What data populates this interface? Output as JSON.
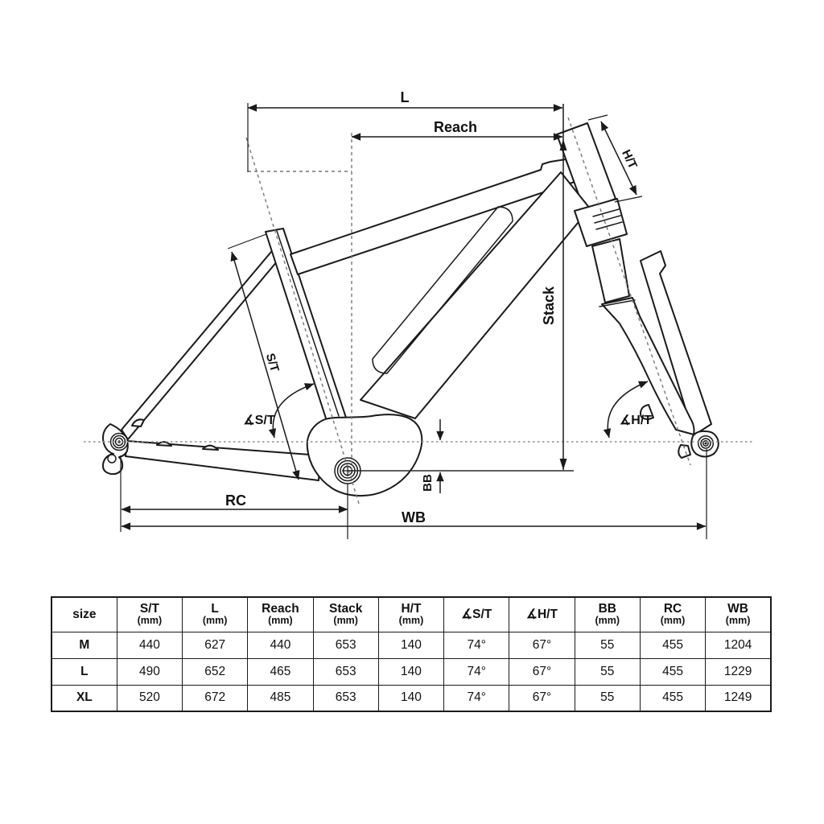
{
  "diagram": {
    "labels": {
      "length": "L",
      "reach": "Reach",
      "head_tube": "H/T",
      "stack": "Stack",
      "seat_tube": "S/T",
      "seat_tube_angle": "∡S/T",
      "head_tube_angle": "∡H/T",
      "bb_drop": "BB",
      "rear_center": "RC",
      "wheelbase": "WB"
    }
  },
  "table": {
    "columns": [
      {
        "label": "size",
        "unit": ""
      },
      {
        "label": "S/T",
        "unit": "(mm)"
      },
      {
        "label": "L",
        "unit": "(mm)"
      },
      {
        "label": "Reach",
        "unit": "(mm)"
      },
      {
        "label": "Stack",
        "unit": "(mm)"
      },
      {
        "label": "H/T",
        "unit": "(mm)"
      },
      {
        "label": "∡S/T",
        "unit": ""
      },
      {
        "label": "∡H/T",
        "unit": ""
      },
      {
        "label": "BB",
        "unit": "(mm)"
      },
      {
        "label": "RC",
        "unit": "(mm)"
      },
      {
        "label": "WB",
        "unit": "(mm)"
      }
    ],
    "rows": [
      {
        "size": "M",
        "values": [
          "440",
          "627",
          "440",
          "653",
          "140",
          "74°",
          "67°",
          "55",
          "455",
          "1204"
        ]
      },
      {
        "size": "L",
        "values": [
          "490",
          "652",
          "465",
          "653",
          "140",
          "74°",
          "67°",
          "55",
          "455",
          "1229"
        ]
      },
      {
        "size": "XL",
        "values": [
          "520",
          "672",
          "485",
          "653",
          "140",
          "74°",
          "67°",
          "55",
          "455",
          "1249"
        ]
      }
    ]
  },
  "colors": {
    "line": "#1a1a1a",
    "construction": "#777777",
    "background": "#ffffff"
  }
}
